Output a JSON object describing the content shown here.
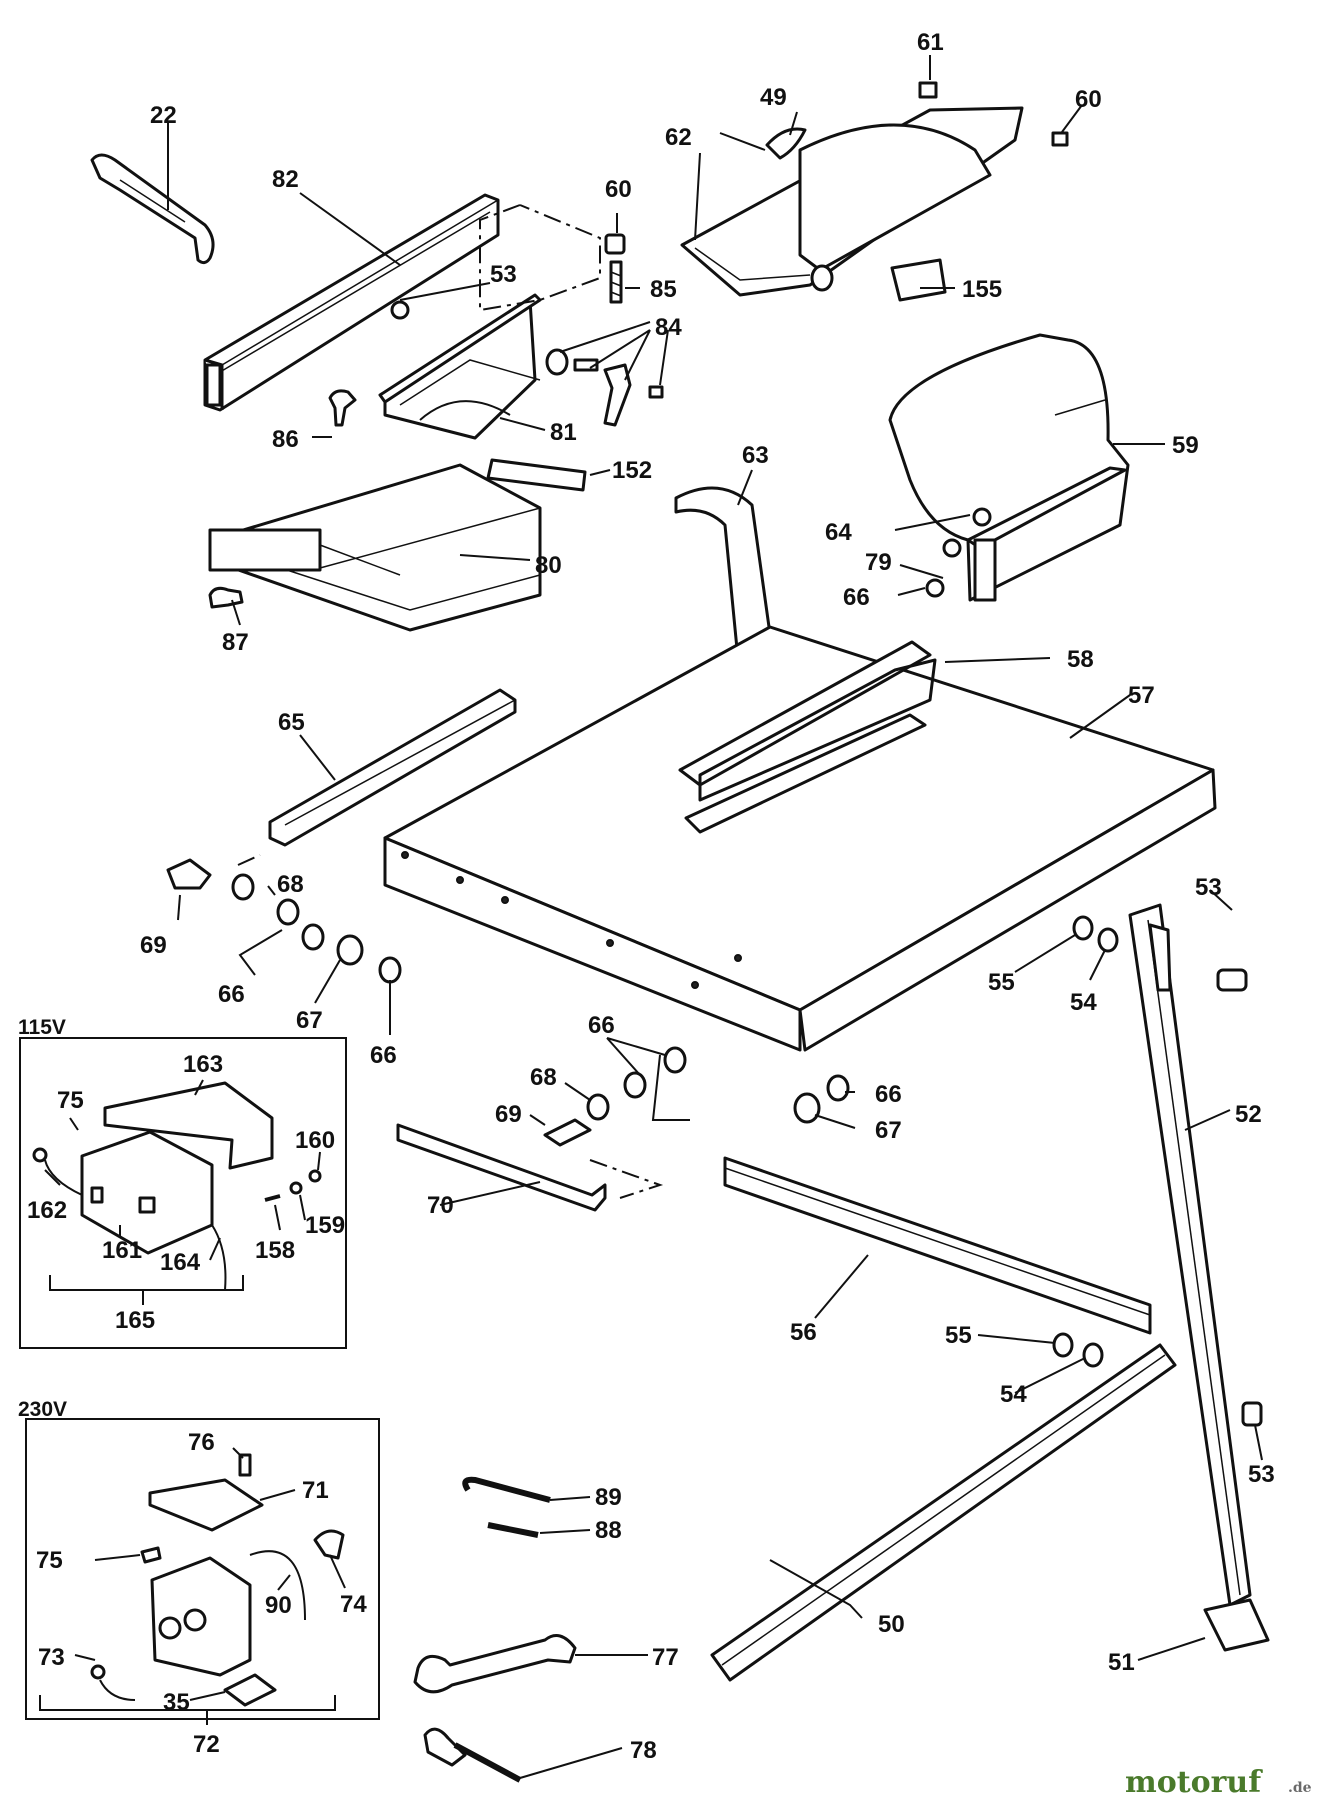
{
  "boxes": {
    "v115": {
      "title": "115V"
    },
    "v230": {
      "title": "230V"
    }
  },
  "labels": {
    "p22": "22",
    "p82": "82",
    "p53a": "53",
    "p60a": "60",
    "p85": "85",
    "p84": "84",
    "p86": "86",
    "p81": "81",
    "p152": "152",
    "p80": "80",
    "p87": "87",
    "p61": "61",
    "p49": "49",
    "p62": "62",
    "p60b": "60",
    "p155": "155",
    "p59": "59",
    "p63": "63",
    "p64": "64",
    "p79": "79",
    "p66a": "66",
    "p58": "58",
    "p57": "57",
    "p65": "65",
    "p68a": "68",
    "p69a": "69",
    "p66b": "66",
    "p67a": "67",
    "p66c": "66",
    "p53b": "53",
    "p55a": "55",
    "p54a": "54",
    "p52": "52",
    "p66d": "66",
    "p68b": "68",
    "p69b": "69",
    "p66e": "66",
    "p67b": "67",
    "p70": "70",
    "p56": "56",
    "p55b": "55",
    "p54b": "54",
    "p53c": "53",
    "p163": "163",
    "p75a": "75",
    "p160": "160",
    "p162": "162",
    "p161": "161",
    "p158": "158",
    "p159": "159",
    "p164": "164",
    "p165": "165",
    "p76": "76",
    "p71": "71",
    "p75b": "75",
    "p74": "74",
    "p90": "90",
    "p73": "73",
    "p35": "35",
    "p72": "72",
    "p89": "89",
    "p88": "88",
    "p50": "50",
    "p77": "77",
    "p51": "51",
    "p78": "78"
  },
  "watermark": {
    "brand": "motoruf",
    "tld": ".de"
  }
}
